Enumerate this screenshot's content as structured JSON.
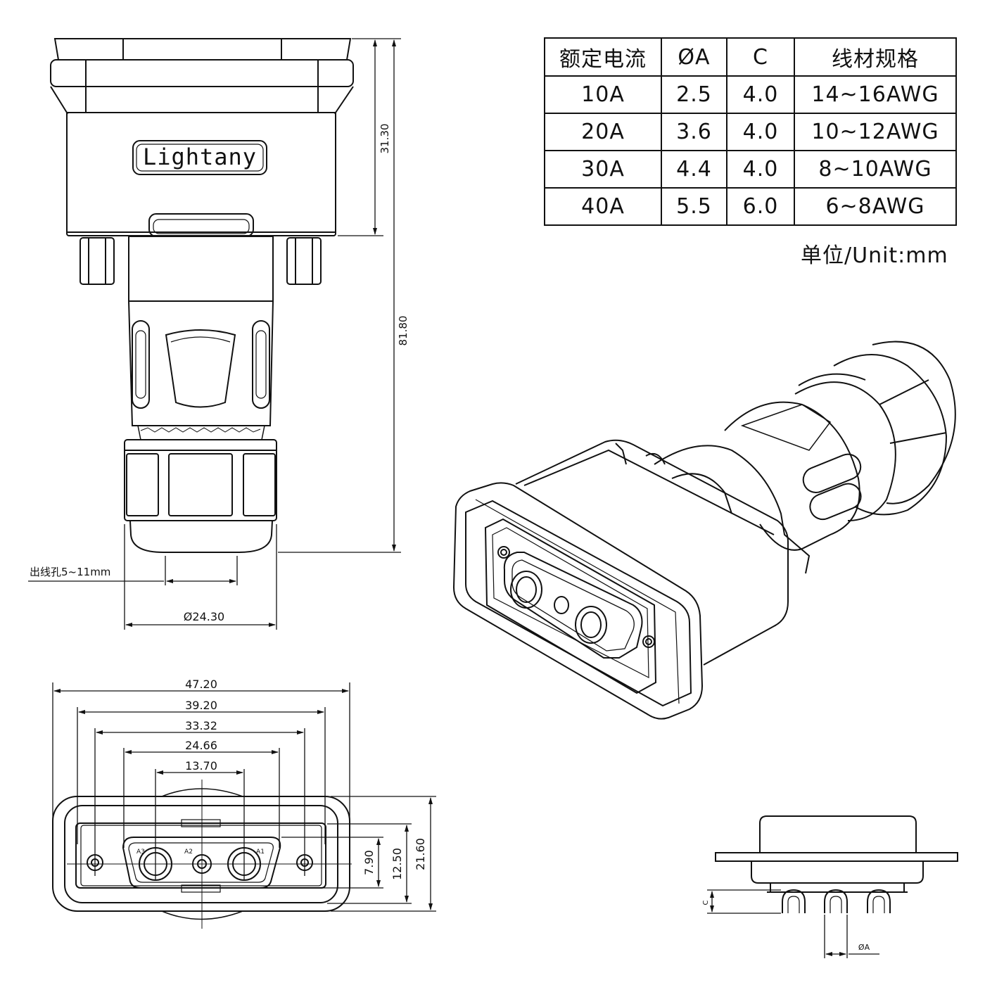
{
  "table": {
    "headers": [
      "额定电流",
      "ØA",
      "C",
      "线材规格"
    ],
    "rows": [
      [
        "10A",
        "2.5",
        "4.0",
        "14~16AWG"
      ],
      [
        "20A",
        "3.6",
        "4.0",
        "10~12AWG"
      ],
      [
        "30A",
        "4.4",
        "4.0",
        "8~10AWG"
      ],
      [
        "40A",
        "5.5",
        "6.0",
        "6~8AWG"
      ]
    ],
    "unit_note": "单位/Unit:mm"
  },
  "top_view": {
    "logo": "Lightany",
    "dim_height_top": "31.30",
    "dim_height_total": "81.80",
    "cable_hole_label": "出线孔5~11mm",
    "dim_diameter": "Ø24.30"
  },
  "front_view": {
    "dim_widths": [
      "47.20",
      "39.20",
      "33.32",
      "24.66",
      "13.70"
    ],
    "dim_heights": [
      "7.90",
      "12.50",
      "21.60"
    ],
    "pin_labels": [
      "A3",
      "A2",
      "A1"
    ]
  },
  "side_view": {
    "label_c": "C",
    "label_phi_a": "ØA"
  }
}
